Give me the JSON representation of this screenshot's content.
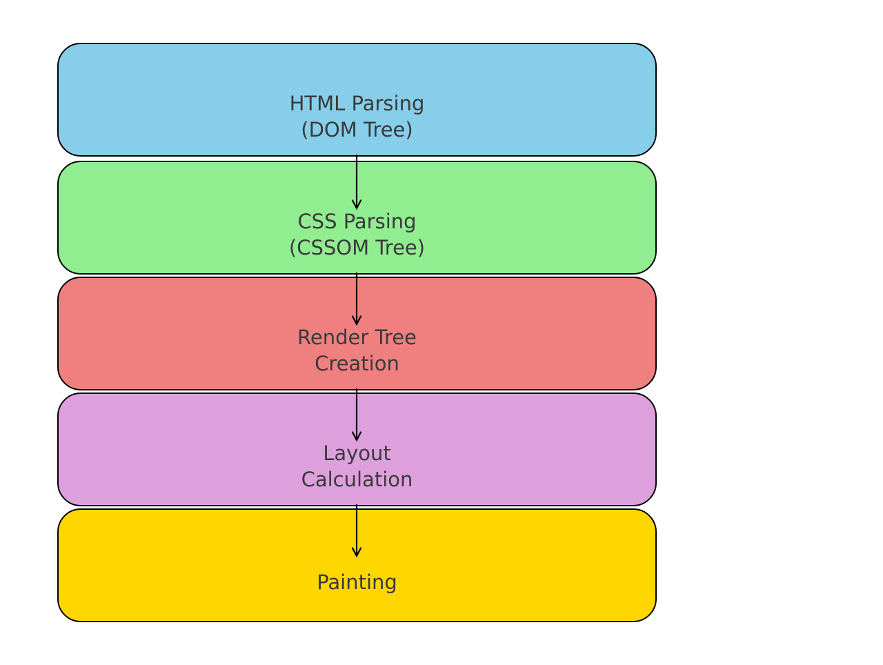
{
  "diagram": {
    "description": "Browser rendering pipeline flowchart",
    "background_color": "#ffffff",
    "border_color": "#000000",
    "text_color": "#3a3a3a",
    "arrow_color": "#000000",
    "nodes": [
      {
        "id": "html-parsing",
        "lines": [
          "HTML Parsing",
          "(DOM Tree)"
        ],
        "fill": "#87CEEB"
      },
      {
        "id": "css-parsing",
        "lines": [
          "CSS Parsing",
          "(CSSOM Tree)"
        ],
        "fill": "#90EE90"
      },
      {
        "id": "render-tree-creation",
        "lines": [
          "Render Tree",
          "Creation"
        ],
        "fill": "#F08080"
      },
      {
        "id": "layout-calculation",
        "lines": [
          "Layout",
          "Calculation"
        ],
        "fill": "#DDA0DD"
      },
      {
        "id": "painting",
        "lines": [
          "Painting"
        ],
        "fill": "#FFD700"
      }
    ],
    "edges": [
      {
        "from": "html-parsing",
        "to": "css-parsing"
      },
      {
        "from": "css-parsing",
        "to": "render-tree-creation"
      },
      {
        "from": "render-tree-creation",
        "to": "layout-calculation"
      },
      {
        "from": "layout-calculation",
        "to": "painting"
      }
    ]
  }
}
